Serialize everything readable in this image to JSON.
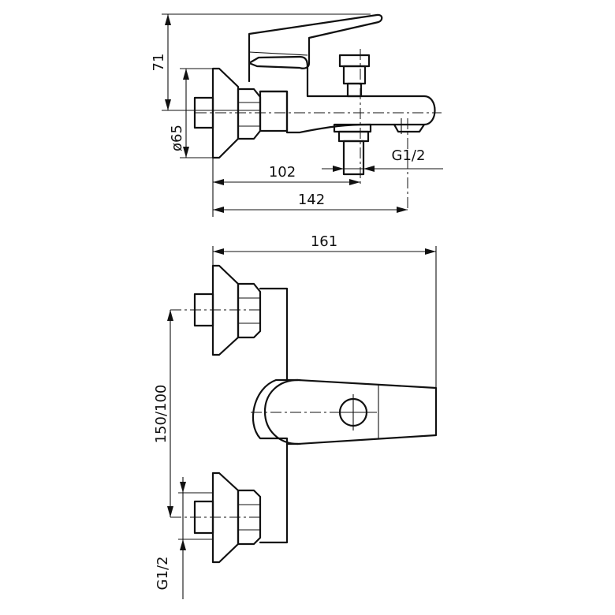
{
  "side_view": {
    "dim_height": "71",
    "dim_flange_diameter": "ø65",
    "dim_depth_to_inlet": "102",
    "dim_depth_to_spout": "142",
    "dim_spout_thread": "G1/2"
  },
  "front_view": {
    "dim_width": "161",
    "dim_inlet_spacing": "150/100",
    "dim_inlet_thread": "G1/2"
  }
}
